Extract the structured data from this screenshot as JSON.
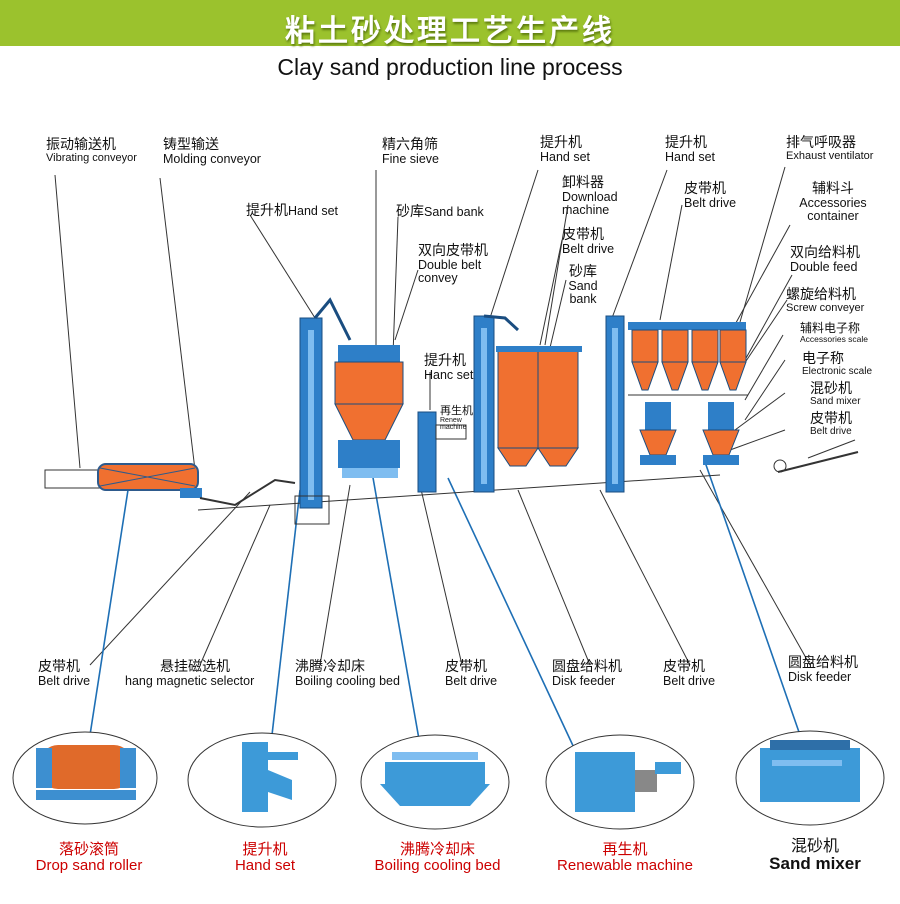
{
  "header": {
    "title_zh": "粘土砂处理工艺生产线",
    "title_en": "Clay sand production line process"
  },
  "colors": {
    "banner": "#9bc22d",
    "machine": "#2e7fc8",
    "hopper": "#f07030",
    "leader": "#1e6fb5",
    "caption": "#cc0000"
  },
  "top_labels": [
    {
      "id": "vibrating-conveyor",
      "zh": "振动输送机",
      "en": "Vibrating conveyor"
    },
    {
      "id": "molding-conveyor",
      "zh": "铸型输送",
      "en": "Molding conveyor"
    },
    {
      "id": "hand-set-1",
      "zh": "提升机",
      "en": "Hand set"
    },
    {
      "id": "fine-sieve",
      "zh": "精六角筛",
      "en": "Fine sieve"
    },
    {
      "id": "sand-bank-1",
      "zh": "砂库",
      "en": "Sand bank"
    },
    {
      "id": "double-belt-convey",
      "zh": "双向皮带机",
      "en": "Double belt convey"
    },
    {
      "id": "hand-set-2",
      "zh": "提升机",
      "en": "Hand set"
    },
    {
      "id": "download-machine",
      "zh": "卸料器",
      "en": "Download machine"
    },
    {
      "id": "belt-drive-1",
      "zh": "皮带机",
      "en": "Belt drive"
    },
    {
      "id": "sand-bank-2",
      "zh": "砂库",
      "en": "Sand bank"
    },
    {
      "id": "hand-set-3",
      "zh": "提升机",
      "en": "Hand set"
    },
    {
      "id": "belt-drive-2",
      "zh": "皮带机",
      "en": "Belt drive"
    },
    {
      "id": "exhaust-ventilator",
      "zh": "排气呼吸器",
      "en": "Exhaust ventilator"
    },
    {
      "id": "accessories-container",
      "zh": "辅料斗",
      "en": "Accessories container"
    },
    {
      "id": "double-feed",
      "zh": "双向给料机",
      "en": "Double feed"
    },
    {
      "id": "screw-conveyer",
      "zh": "螺旋给料机",
      "en": "Screw conveyer"
    },
    {
      "id": "accessories-scale",
      "zh": "辅料电子称",
      "en": "Accessories scale"
    },
    {
      "id": "electronic-scale",
      "zh": "电子称",
      "en": "Electronic scale"
    },
    {
      "id": "sand-mixer",
      "zh": "混砂机",
      "en": "Sand mixer"
    },
    {
      "id": "belt-drive-3",
      "zh": "皮带机",
      "en": "Belt drive"
    },
    {
      "id": "hand-set-4",
      "zh": "提升机",
      "en": "Hanc set"
    },
    {
      "id": "renew-machine",
      "zh": "再生机",
      "en": "Renew machine"
    }
  ],
  "bottom_labels": [
    {
      "id": "belt-drive-b1",
      "zh": "皮带机",
      "en": "Belt drive"
    },
    {
      "id": "magnetic-selector",
      "zh": "悬挂磁选机",
      "en": "hang magnetic selector"
    },
    {
      "id": "boiling-cooling-bed",
      "zh": "沸腾冷却床",
      "en": "Boiling cooling bed"
    },
    {
      "id": "belt-drive-b2",
      "zh": "皮带机",
      "en": "Belt drive"
    },
    {
      "id": "disk-feeder-1",
      "zh": "圆盘给料机",
      "en": "Disk feeder"
    },
    {
      "id": "belt-drive-b3",
      "zh": "皮带机",
      "en": "Belt drive"
    },
    {
      "id": "disk-feeder-2",
      "zh": "圆盘给料机",
      "en": "Disk feeder"
    }
  ],
  "photos": [
    {
      "id": "drop-sand-roller",
      "zh": "落砂滚筒",
      "en": "Drop sand roller"
    },
    {
      "id": "hand-set",
      "zh": "提升机",
      "en": "Hand set"
    },
    {
      "id": "boiling-cooling-bed",
      "zh": "沸腾冷却床",
      "en": "Boiling cooling bed"
    },
    {
      "id": "renewable-machine",
      "zh": "再生机",
      "en": "Renewable machine"
    },
    {
      "id": "sand-mixer",
      "zh": "混砂机",
      "en": "Sand mixer"
    }
  ]
}
